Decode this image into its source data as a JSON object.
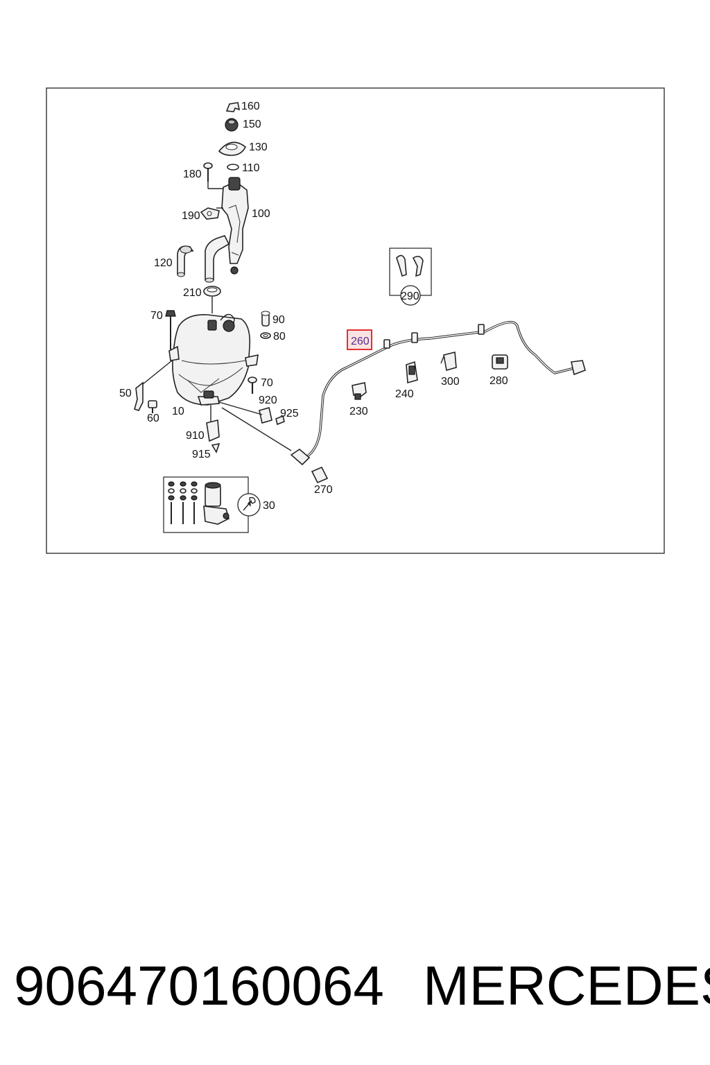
{
  "diagram": {
    "labels": {
      "l160": "160",
      "l150": "150",
      "l130": "130",
      "l110": "110",
      "l180": "180",
      "l190": "190",
      "l100": "100",
      "l120": "120",
      "l210": "210",
      "l70a": "70",
      "l90": "90",
      "l80": "80",
      "l70b": "70",
      "l50": "50",
      "l60": "60",
      "l10": "10",
      "l920": "920",
      "l925": "925",
      "l910": "910",
      "l915": "915",
      "l290": "290",
      "l260": "260",
      "l230": "230",
      "l240": "240",
      "l300": "300",
      "l280": "280",
      "l270": "270",
      "l30": "30"
    },
    "highlight_color": "#e03030",
    "highlighted_part": "260"
  },
  "caption": {
    "part_number": "906470160064",
    "brand": "MERCEDES"
  }
}
